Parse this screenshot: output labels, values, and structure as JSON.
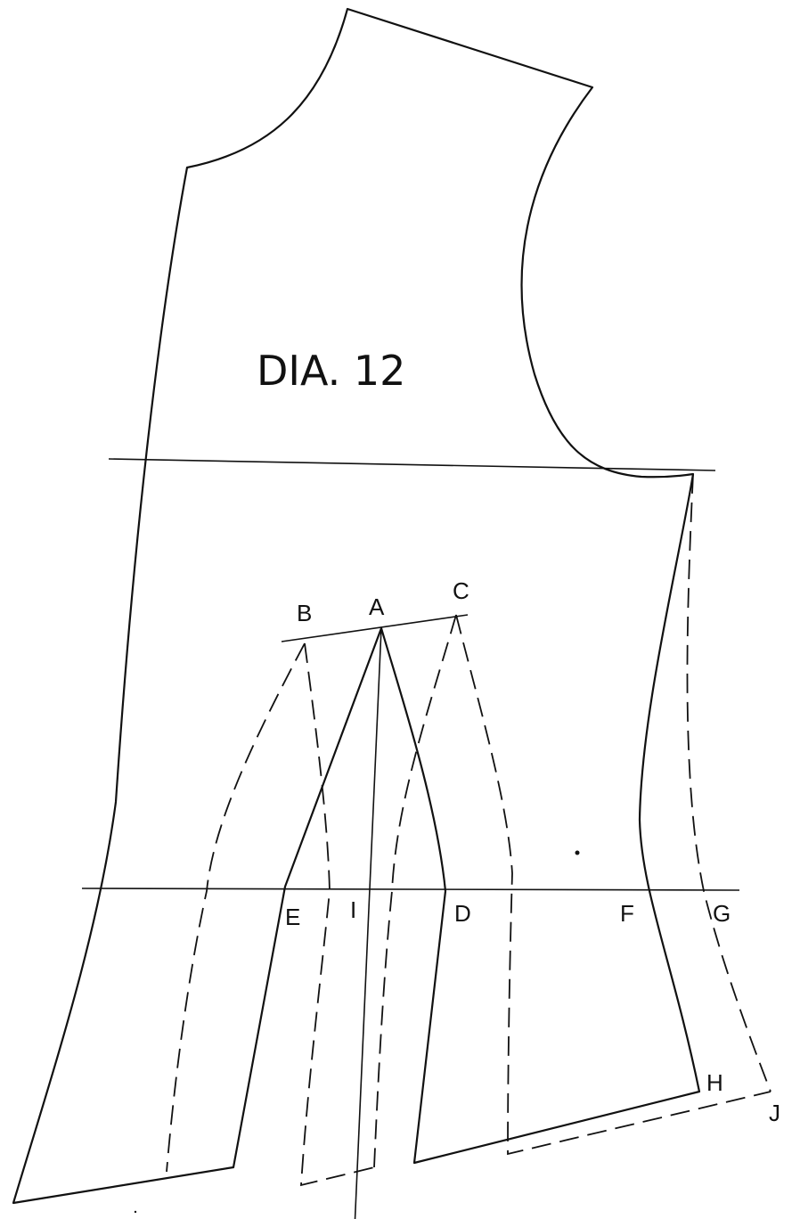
{
  "title": "DIA. 12",
  "labels": {
    "A": "A",
    "B": "B",
    "C": "C",
    "D": "D",
    "E": "E",
    "F": "F",
    "G": "G",
    "H": "H",
    "I": "I",
    "J": "J"
  },
  "colors": {
    "ink": "#111111",
    "paper": "#ffffff"
  }
}
